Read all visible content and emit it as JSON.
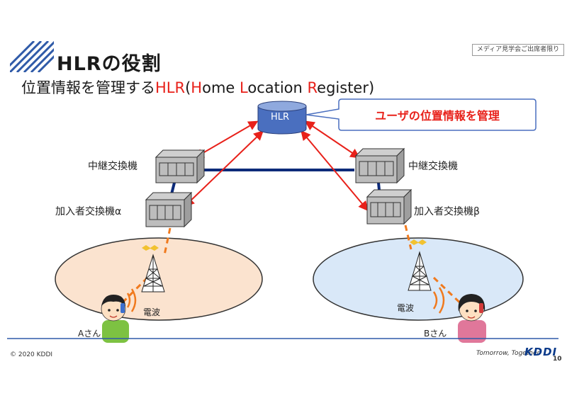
{
  "slide": {
    "title": "HLRの役割",
    "subtitle_parts": [
      {
        "text": "位置情報を管理する",
        "highlight": false
      },
      {
        "text": "HLR",
        "highlight": true
      },
      {
        "text": "(",
        "highlight": false
      },
      {
        "text": "H",
        "highlight": true
      },
      {
        "text": "ome ",
        "highlight": false
      },
      {
        "text": "L",
        "highlight": true
      },
      {
        "text": "ocation ",
        "highlight": false
      },
      {
        "text": "R",
        "highlight": true
      },
      {
        "text": "egister)",
        "highlight": false
      }
    ],
    "badge": "メディア見学会ご出席者限り",
    "page_number": "10"
  },
  "diagram": {
    "hlr_label": "HLR",
    "callout": "ユーザの位置情報を管理",
    "left": {
      "relay_label": "中継交換機",
      "subscriber_label": "加入者交換機α",
      "wave_label": "電波",
      "user_label": "Aさん"
    },
    "right": {
      "relay_label": "中継交換機",
      "subscriber_label": "加入者交換機β",
      "wave_label": "電波",
      "user_label": "Bさん"
    }
  },
  "footer": {
    "copyright": "© 2020 KDDI",
    "tagline": "Tomorrow, Together",
    "logo": "KDDI"
  },
  "colors": {
    "accent_red": "#e8211a",
    "link_navy": "#0d2b7a",
    "hlr_blue": "#4a6fbf",
    "left_zone": "#fbe3cf",
    "right_zone": "#d9e8f8",
    "radio_orange": "#f07a1e"
  }
}
